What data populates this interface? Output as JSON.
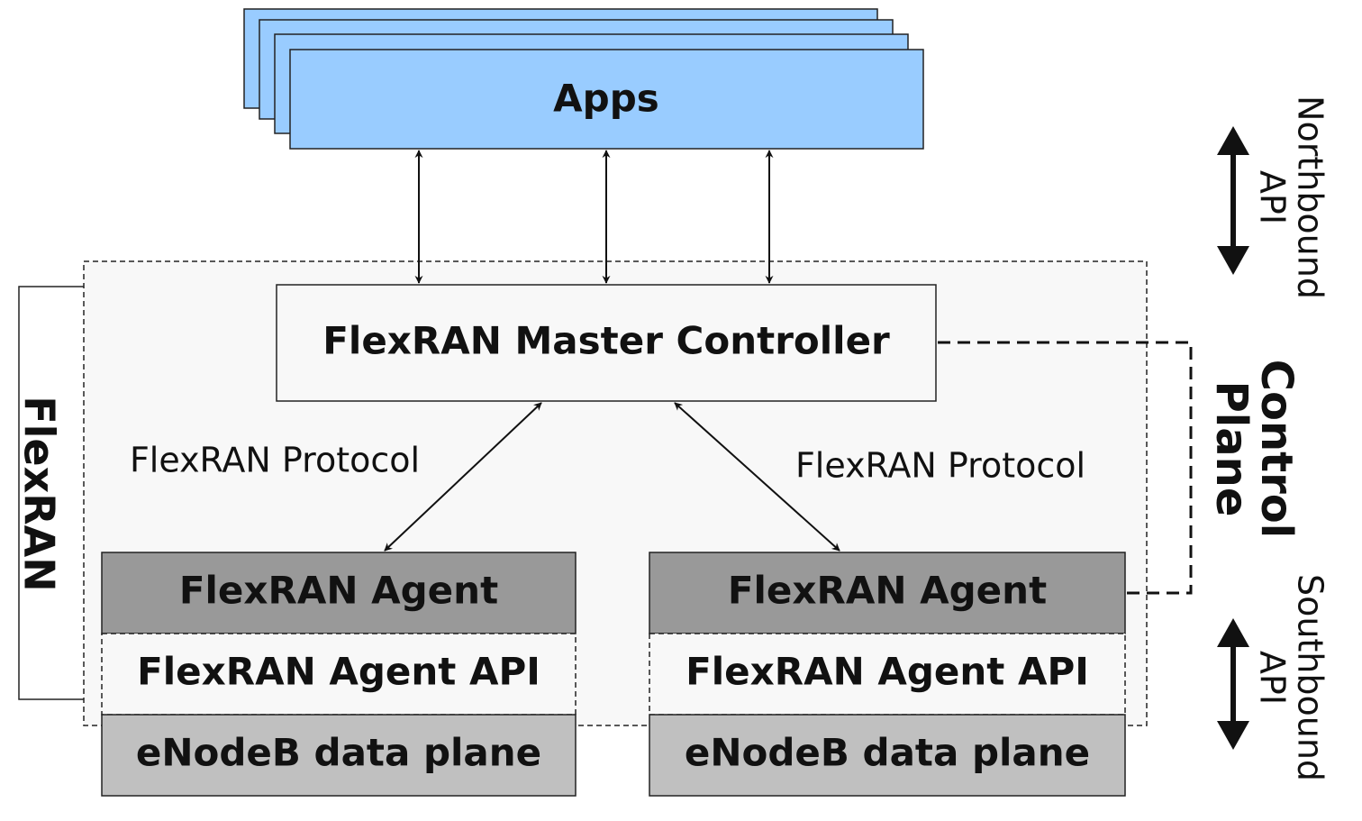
{
  "apps": {
    "label": "Apps"
  },
  "master_controller": {
    "label": "FlexRAN Master Controller"
  },
  "protocol_left": {
    "label": "FlexRAN Protocol"
  },
  "protocol_right": {
    "label": "FlexRAN Protocol"
  },
  "agents": [
    {
      "agent_label": "FlexRAN Agent",
      "api_label": "FlexRAN Agent API",
      "dataplane_label": "eNodeB data plane"
    },
    {
      "agent_label": "FlexRAN Agent",
      "api_label": "FlexRAN Agent API",
      "dataplane_label": "eNodeB data plane"
    }
  ],
  "flexran_bracket": {
    "label": "FlexRAN"
  },
  "control_plane": {
    "line1": "Control",
    "line2": "Plane"
  },
  "northbound": {
    "line1": "Northbound",
    "line2": "API"
  },
  "southbound": {
    "line1": "Southbound",
    "line2": "API"
  },
  "colors": {
    "apps_fill": "#99ccff",
    "agent_fill": "#999999",
    "dataplane_fill": "#c0c0c0",
    "region_fill": "#f8f8f8"
  }
}
